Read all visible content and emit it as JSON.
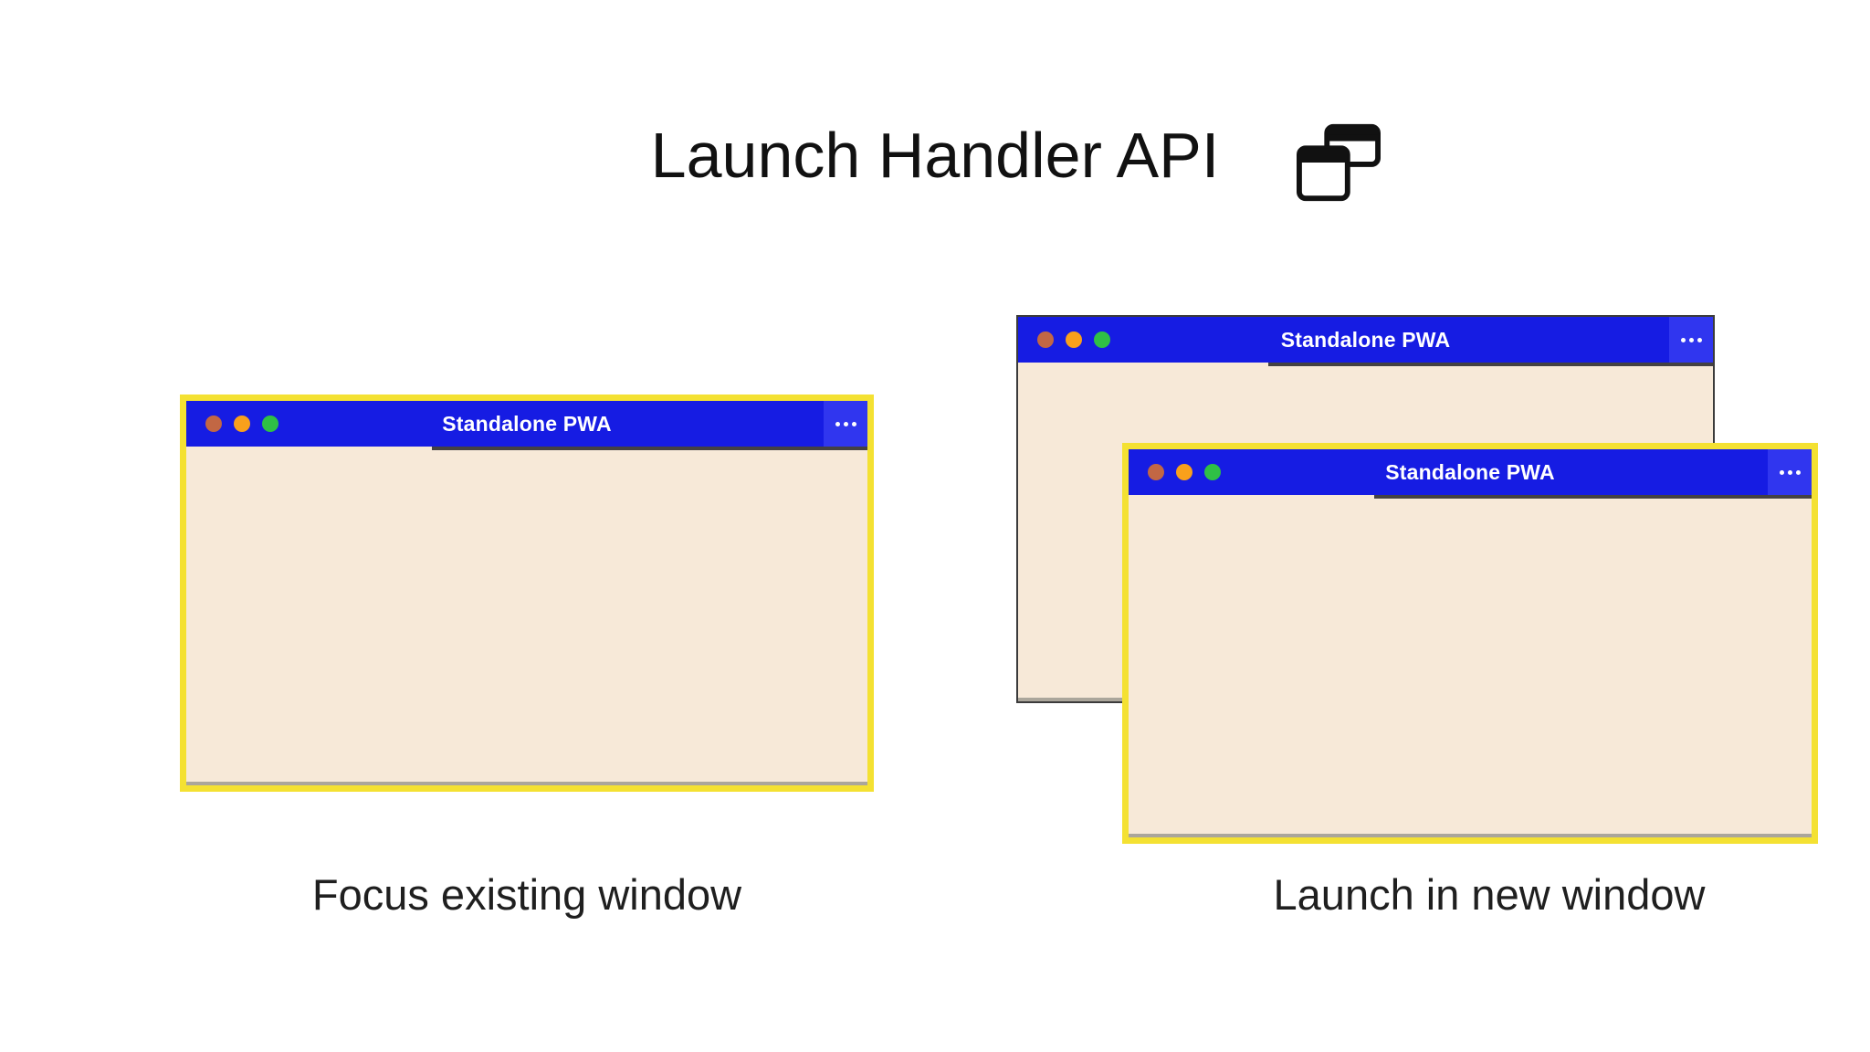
{
  "header": {
    "title": "Launch Handler API",
    "icon": "overlapping-windows-icon"
  },
  "panels": {
    "left": {
      "caption": "Focus existing window",
      "window": {
        "title": "Standalone PWA",
        "border_style": "focused-yellow"
      }
    },
    "right": {
      "caption": "Launch in new window",
      "back_window": {
        "title": "Standalone PWA",
        "border_style": "plain-dark"
      },
      "front_window": {
        "title": "Standalone PWA",
        "border_style": "focused-yellow"
      }
    }
  },
  "window_chrome": {
    "menu_icon": "ellipsis-icon",
    "traffic_lights": [
      {
        "name": "close",
        "color": "#C26744"
      },
      {
        "name": "minimize",
        "color": "#F9A01B"
      },
      {
        "name": "maximize",
        "color": "#2FC045"
      }
    ]
  },
  "colors": {
    "page_background": "#FFFFFF",
    "title_text": "#111111",
    "titlebar_blue": "#161CE3",
    "menu_block_blue": "#3036EF",
    "window_body": "#F7E9D8",
    "focus_border_yellow": "#F4E132",
    "plain_border_dark": "#3B3B3B"
  }
}
